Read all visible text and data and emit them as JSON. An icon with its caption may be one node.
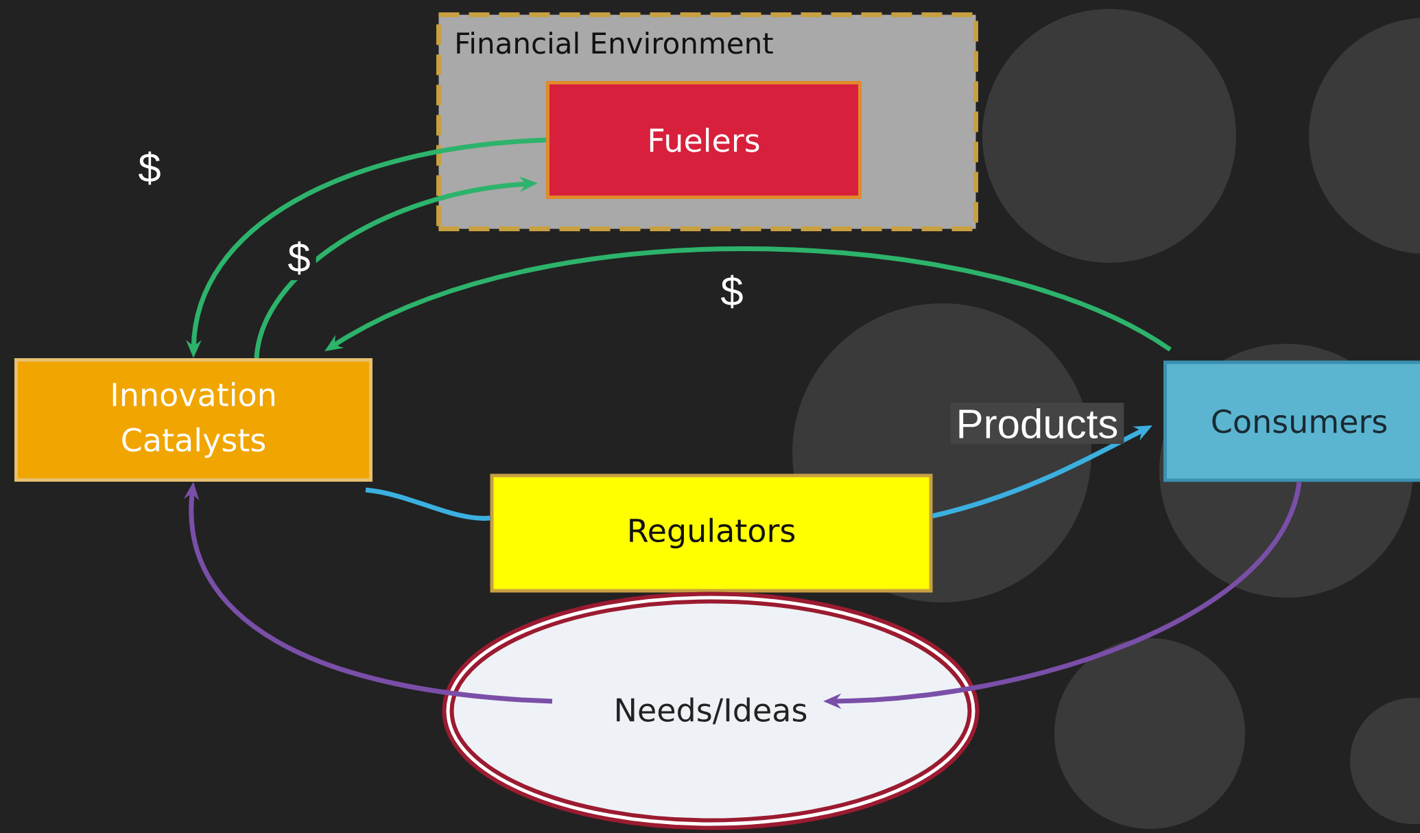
{
  "diagram": {
    "nodes": [
      {
        "text": [
          "Financial Environment"
        ]
      },
      {
        "text": [
          "Fuelers"
        ],
        "in": 0
      },
      {
        "text": [
          "Innovation Catalysts"
        ]
      },
      {
        "text": [
          "Regulators"
        ]
      },
      {
        "text": [
          "Consumers"
        ]
      },
      {
        "text": [
          "Needs/Ideas"
        ]
      }
    ],
    "edges": [
      {
        "from": 1,
        "to": 2,
        "arrow": "to",
        "label": "$"
      },
      {
        "from": 2,
        "to": 1,
        "arrow": "to",
        "label": "$"
      },
      {
        "from": 4,
        "to": 2,
        "arrow": "to",
        "label": "$"
      },
      {
        "from": 2,
        "to": 3,
        "arrow": "none",
        "color": "#3bb0e0"
      },
      {
        "from": 3,
        "to": 4,
        "arrow": "to",
        "label": "Products",
        "color": "#3bb0e0"
      },
      {
        "from": 4,
        "to": 5,
        "arrow": "to",
        "color": "#7a4fa8"
      },
      {
        "from": 5,
        "to": 2,
        "arrow": "to",
        "color": "#7a4fa8"
      }
    ]
  }
}
